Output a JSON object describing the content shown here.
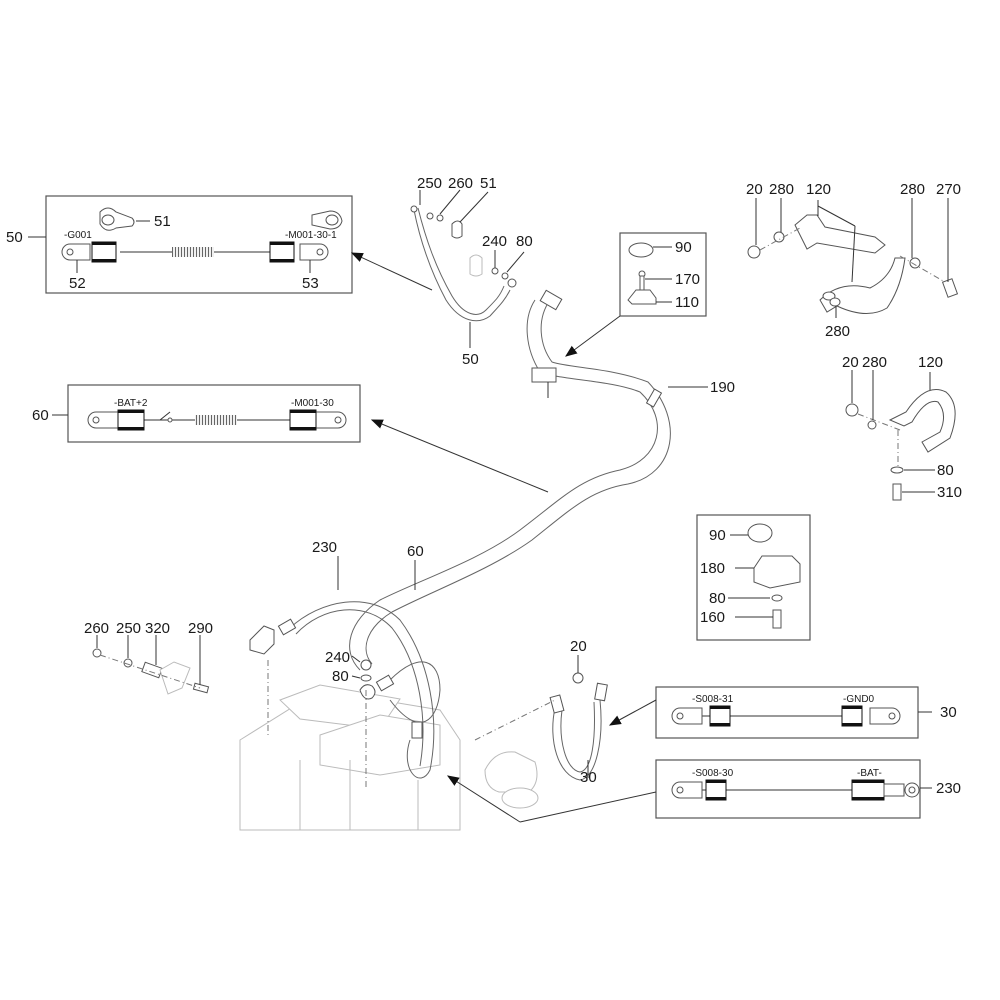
{
  "diagram": {
    "type": "exploded parts diagram",
    "subject": "battery cable harness",
    "callouts": {
      "c50_box": "50",
      "c51_box": "51",
      "c52": "52",
      "c53": "53",
      "c60_box": "60",
      "c250_top": "250",
      "c260_top": "260",
      "c51_top": "51",
      "c240_top": "240",
      "c80_top": "80",
      "c50_main": "50",
      "c90_top": "90",
      "c170": "170",
      "c110": "110",
      "c190": "190",
      "c20_br1": "20",
      "c280_br1a": "280",
      "c120_br1": "120",
      "c280_br1b": "280",
      "c270": "270",
      "c280_br1c": "280",
      "c20_br2": "20",
      "c280_br2": "280",
      "c120_br2": "120",
      "c80_br2": "80",
      "c310": "310",
      "c90_mid": "90",
      "c180": "180",
      "c80_mid": "80",
      "c160": "160",
      "c230_main": "230",
      "c60_main": "60",
      "c260_left": "260",
      "c250_left": "250",
      "c320": "320",
      "c290": "290",
      "c240_bat": "240",
      "c80_bat": "80",
      "c20_gnd": "20",
      "c30_main": "30",
      "c30_box": "30",
      "c230_box": "230"
    },
    "connector_labels": {
      "box50_left": "-G001",
      "box50_right": "-M001-30-1",
      "box60_left": "-BAT+2",
      "box60_right": "-M001-30",
      "box30_left": "-S008-31",
      "box30_right": "-GND0",
      "box230_left": "-S008-30",
      "box230_right": "-BAT-"
    },
    "colors": {
      "line": "#333333",
      "box_border": "#555555",
      "background": "#ffffff"
    }
  }
}
